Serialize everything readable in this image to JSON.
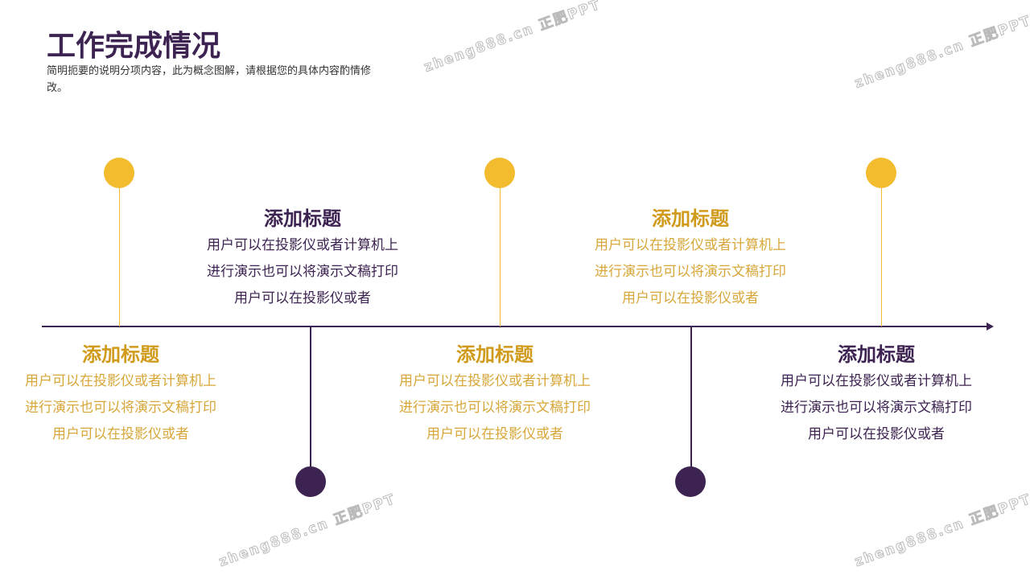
{
  "header": {
    "title": "工作完成情况",
    "subtitle": "简明扼要的说明分项内容，此为概念图解，请根据您的具体内容酌情修改。"
  },
  "items": [
    {
      "title": "添加标题",
      "lines": [
        "用户可以在投影仪或者计算机上",
        "进行演示也可以将演示文稿打印",
        "用户可以在投影仪或者"
      ]
    },
    {
      "title": "添加标题",
      "lines": [
        "用户可以在投影仪或者计算机上",
        "进行演示也可以将演示文稿打印",
        "用户可以在投影仪或者"
      ]
    },
    {
      "title": "添加标题",
      "lines": [
        "用户可以在投影仪或者计算机上",
        "进行演示也可以将演示文稿打印",
        "用户可以在投影仪或者"
      ]
    },
    {
      "title": "添加标题",
      "lines": [
        "用户可以在投影仪或者计算机上",
        "进行演示也可以将演示文稿打印",
        "用户可以在投影仪或者"
      ]
    },
    {
      "title": "添加标题",
      "lines": [
        "用户可以在投影仪或者计算机上",
        "进行演示也可以将演示文稿打印",
        "用户可以在投影仪或者"
      ]
    }
  ],
  "watermark": "zheng888.cn 正肥PPT",
  "colors": {
    "purple": "#3d2352",
    "gold": "#d09a1a",
    "yellow": "#f3bc2f"
  }
}
